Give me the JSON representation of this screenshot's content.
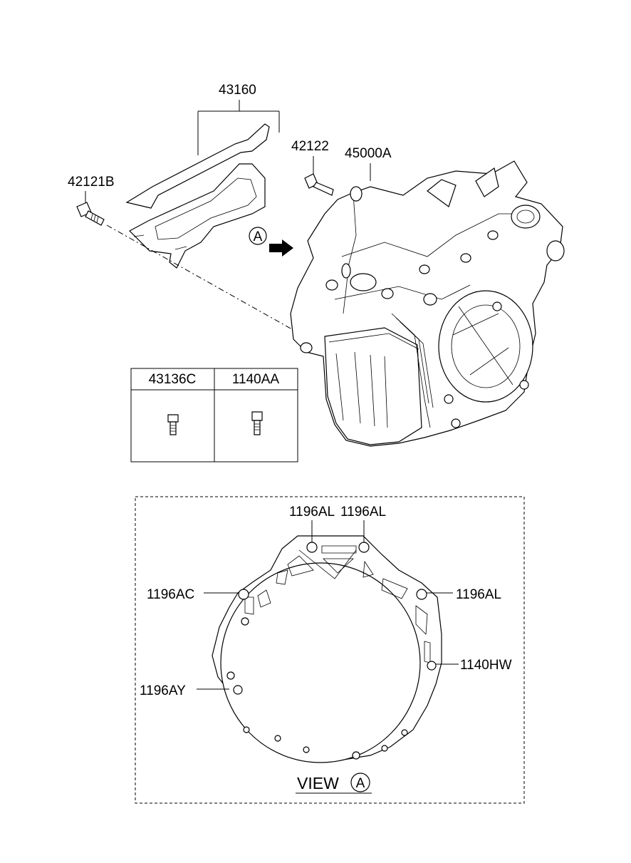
{
  "callouts": {
    "bracket": "43160",
    "bolt_left": "42121B",
    "bolt_right": "42122",
    "assembly": "45000A",
    "view_marker": "A"
  },
  "fastener_table": {
    "col1_header": "43136C",
    "col2_header": "1140AA"
  },
  "view_a": {
    "top_left": "1196AL",
    "top_right": "1196AL",
    "left_upper": "1196AC",
    "right_upper": "1196AL",
    "right_lower": "1140HW",
    "left_lower": "1196AY",
    "title_word": "VIEW",
    "title_marker": "A"
  }
}
